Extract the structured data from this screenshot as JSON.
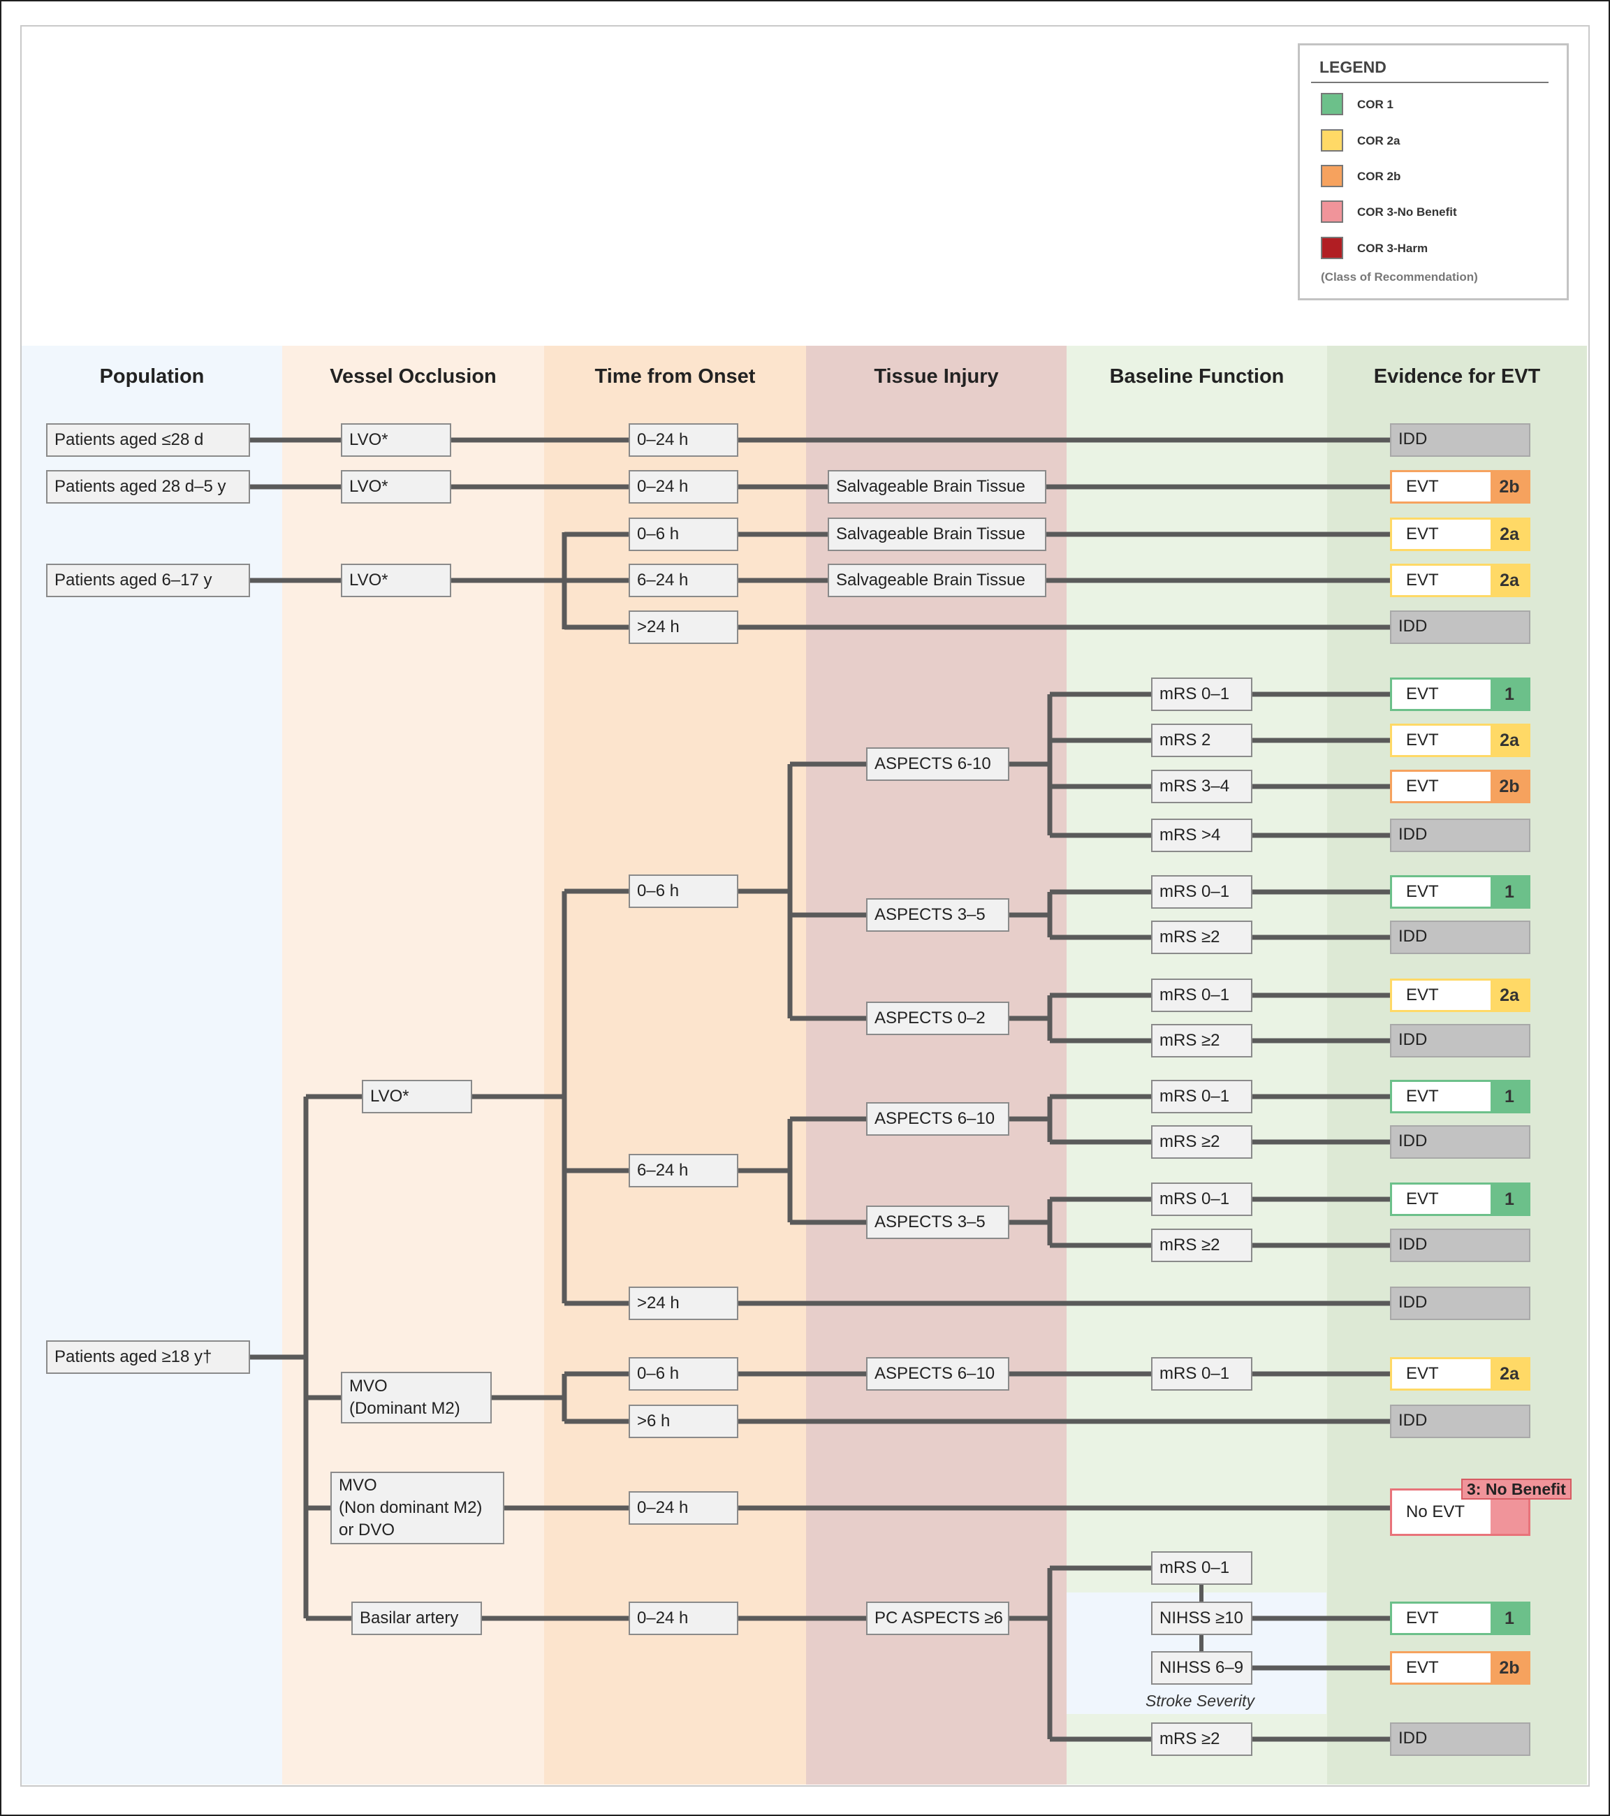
{
  "legend": {
    "title": "LEGEND",
    "items": [
      {
        "label": "COR 1",
        "color": "#6cc08a"
      },
      {
        "label": "COR 2a",
        "color": "#ffd966"
      },
      {
        "label": "COR 2b",
        "color": "#f6a25e"
      },
      {
        "label": "COR 3-No Benefit",
        "color": "#f0949a"
      },
      {
        "label": "COR 3-Harm",
        "color": "#b11e23"
      }
    ],
    "note": "(Class of Recommendation)"
  },
  "columns": [
    {
      "title": "Population",
      "bg": "#f1f7fd"
    },
    {
      "title": "Vessel Occlusion",
      "bg": "#fdefe3"
    },
    {
      "title": "Time from Onset",
      "bg": "#fce4cd"
    },
    {
      "title": "Tissue Injury",
      "bg": "#e7ceca"
    },
    {
      "title": "Baseline Function",
      "bg": "#eaf3e4"
    },
    {
      "title": "Evidence for EVT",
      "bg": "#dde9d5"
    }
  ],
  "population": {
    "p1": "Patients aged ≤28 d",
    "p2": "Patients aged 28 d–5 y",
    "p3": "Patients aged 6–17 y",
    "p4": "Patients aged ≥18 y†"
  },
  "vessel": {
    "lvo": "LVO*",
    "mvo_dom": "MVO\n(Dominant M2)",
    "mvo_non": "MVO\n(Non dominant M2)\nor DVO",
    "basilar": "Basilar artery"
  },
  "time": {
    "t0_24": "0–24 h",
    "t0_6": "0–6 h",
    "t6_24": "6–24 h",
    "t24": ">24 h",
    "t6": ">6 h"
  },
  "tissue": {
    "salv": "Salvageable Brain Tissue",
    "a610a": "ASPECTS 6-10",
    "a610": "ASPECTS 6–10",
    "a35": "ASPECTS 3–5",
    "a02": "ASPECTS 0–2",
    "pc": "PC ASPECTS ≥6"
  },
  "baseline": {
    "m01": "mRS 0–1",
    "m2": "mRS 2",
    "m34": "mRS 3–4",
    "m4": "mRS >4",
    "mge2": "mRS ≥2",
    "nihss10": "NIHSS ≥10",
    "nihss69": "NIHSS 6–9",
    "stroke_severity": "Stroke Severity"
  },
  "evidence": {
    "idd": "IDD",
    "evt": "EVT",
    "no_evt": "No EVT",
    "c1": "1",
    "c2a": "2a",
    "c2b": "2b",
    "no_benefit": "3: No Benefit"
  }
}
